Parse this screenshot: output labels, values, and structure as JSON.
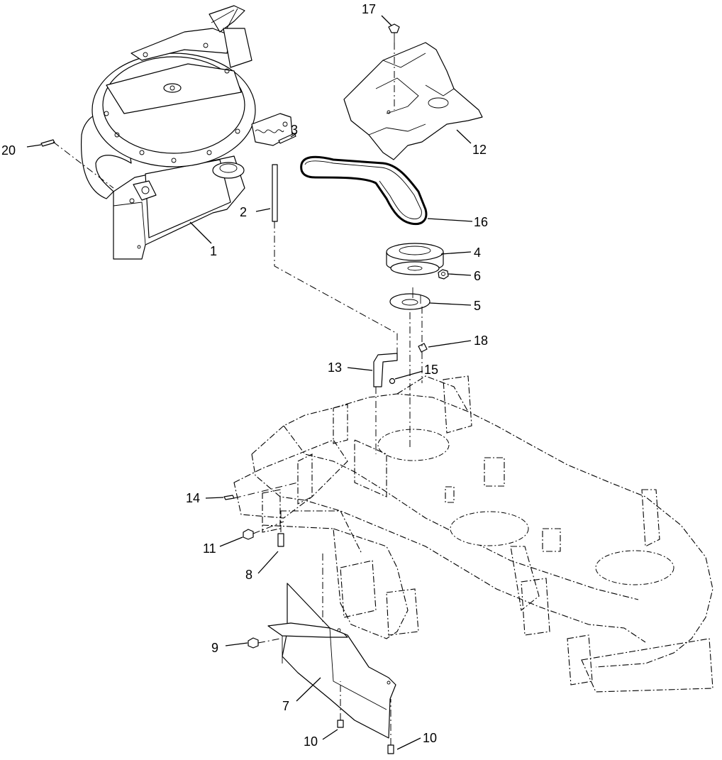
{
  "callouts": [
    "1",
    "2",
    "3",
    "4",
    "5",
    "6",
    "7",
    "8",
    "9",
    "10",
    "10",
    "11",
    "12",
    "13",
    "14",
    "15",
    "16",
    "17",
    "18",
    "20"
  ]
}
